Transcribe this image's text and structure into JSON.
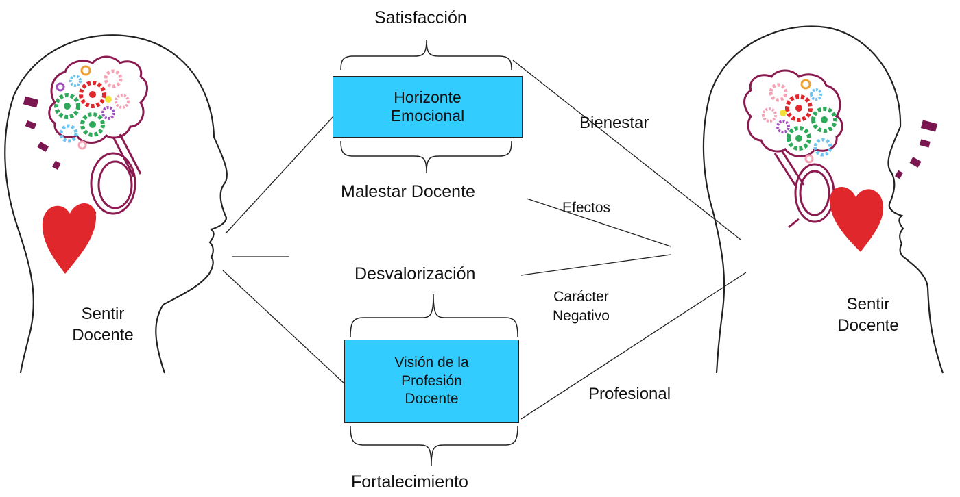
{
  "colors": {
    "box_fill": "#33ccff",
    "heart": "#e0272c",
    "head_outline": "#222222",
    "brain_outline": "#8b1a50",
    "dash": "#7a1650"
  },
  "icons": [
    "head-silhouette-icon",
    "brain-icon",
    "gear-icon",
    "heart-icon",
    "spring-coil-icon"
  ],
  "left_head": {
    "line1": "Sentir",
    "line2": "Docente"
  },
  "right_head": {
    "line1": "Sentir",
    "line2": "Docente"
  },
  "top_box": {
    "line1": "Horizonte",
    "line2": "Emocional"
  },
  "bottom_box": {
    "line1": "Visión de la",
    "line2": "Profesión",
    "line3": "Docente"
  },
  "labels": {
    "satisfaccion": "Satisfacción",
    "malestar": "Malestar Docente",
    "desvalorizacion": "Desvalorización",
    "fortalecimiento": "Fortalecimiento",
    "bienestar": "Bienestar",
    "efectos": "Efectos",
    "caracter": "Carácter",
    "negativo": "Negativo",
    "profesional": "Profesional"
  }
}
